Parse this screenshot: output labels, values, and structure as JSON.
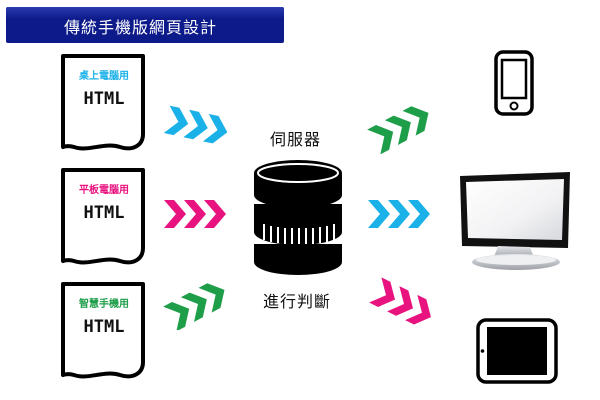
{
  "title": "傳統手機版網頁設計",
  "documents": [
    {
      "label": "桌上電腦用",
      "format": "HTML",
      "label_color": "#1ab0e8"
    },
    {
      "label": "平板電腦用",
      "format": "HTML",
      "label_color": "#e8137f"
    },
    {
      "label": "智慧手機用",
      "format": "HTML",
      "label_color": "#1f9e4a"
    }
  ],
  "server": {
    "label": "伺服器",
    "caption": "進行判斷"
  },
  "devices": [
    "smartphone-icon",
    "monitor-icon",
    "tablet-icon"
  ],
  "colors": {
    "blue": "#1ab0e8",
    "magenta": "#e8137f",
    "green": "#1f9e4a",
    "title_bg": "#0d1a8a"
  }
}
